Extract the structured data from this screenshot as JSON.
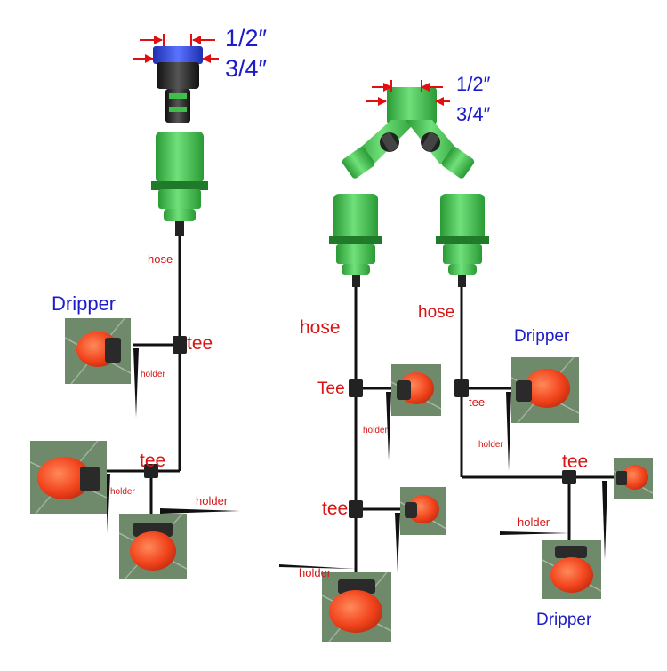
{
  "labels": {
    "left_size_half": "1/2″",
    "left_size_three_quarter": "3/4″",
    "right_size_half": "1/2″",
    "right_size_three_quarter": "3/4″",
    "left_hose": "hose",
    "left_dripper": "Dripper",
    "left_tee_upper": "tee",
    "left_holder_upper": "holder",
    "left_tee_lower": "tee",
    "left_holder_small": "holder",
    "left_holder_lower": "holder",
    "mid_hose": "hose",
    "mid_tee_upper": "Tee",
    "mid_holder_upper": "holder",
    "mid_tee_lower": "tee",
    "mid_holder_lower": "holder",
    "right_hose": "hose",
    "right_dripper_upper": "Dripper",
    "right_tee_upper": "tee",
    "right_holder_upper": "holder",
    "right_tee_lower": "tee",
    "right_holder_lower": "holder",
    "right_dripper_lower": "Dripper"
  },
  "colors": {
    "connector_green": "#3fbf4a",
    "connector_dark_green": "#1f7a2a",
    "tap_blue": "#2e44d6",
    "dripper_red": "#f2441d",
    "dimension_red": "#e01010",
    "hose_black": "#111111",
    "photo_background": "#6f8a6a"
  }
}
